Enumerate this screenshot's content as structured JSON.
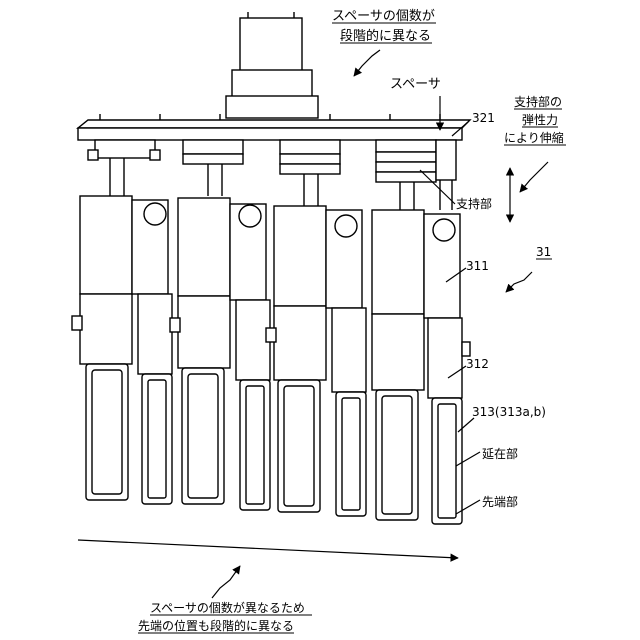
{
  "annotations": {
    "top_note_line1": "スペーサの個数が",
    "top_note_line2": "段階的に異なる",
    "spacer": "スペーサ",
    "ref_321": "321",
    "elastic_line1": "支持部の",
    "elastic_line2": "弾性力",
    "elastic_line3": "により伸縮",
    "support": "支持部",
    "ref_31": "31",
    "ref_311": "311",
    "ref_312": "312",
    "ref_313": "313(313a,b)",
    "extension": "延在部",
    "tip": "先端部",
    "bottom_note_line1": "スペーサの個数が異なるため",
    "bottom_note_line2": "先端の位置も段階的に異なる"
  },
  "colors": {
    "line": "#000000",
    "background": "#ffffff"
  }
}
